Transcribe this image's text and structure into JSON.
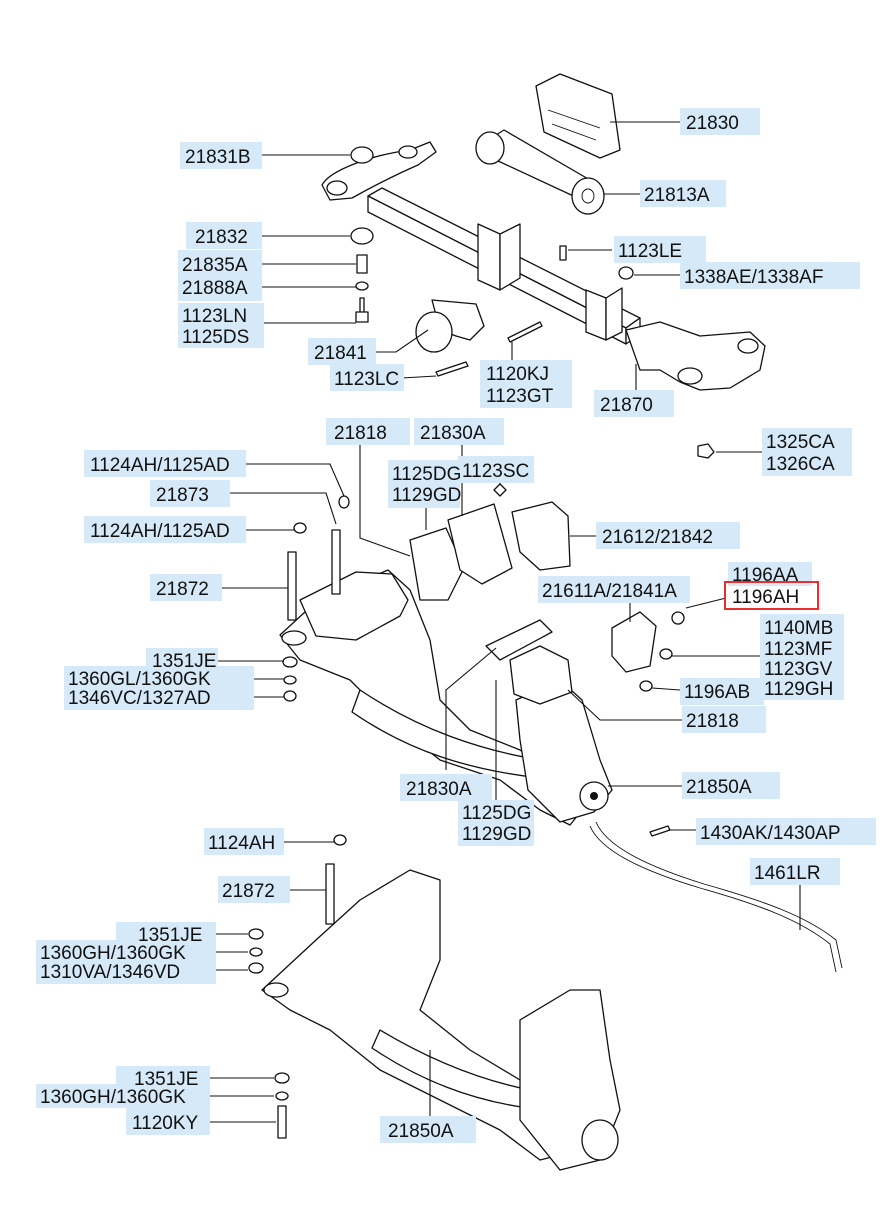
{
  "labels": {
    "p21830": "21830",
    "p21831B": "21831B",
    "p21813A": "21813A",
    "p21832": "21832",
    "p1123LE": "1123LE",
    "p21835A": "21835A",
    "p1338AE": "1338AE/1338AF",
    "p21888A": "21888A",
    "p1123LN": "1123LN",
    "p1125DS": "1125DS",
    "p21841": "21841",
    "p1123LC": "1123LC",
    "p1120KJ": "1120KJ",
    "p1123GT": "1123GT",
    "p21870": "21870",
    "p21818a": "21818",
    "p21830A_top": "21830A",
    "p1325CA": "1325CA",
    "p1326CA": "1326CA",
    "p1124AH_a": "1124AH/1125AD",
    "p1125DG_a": "1125DG",
    "p1129GD_a": "1129GD",
    "p1123SC": "1123SC",
    "p21873": "21873",
    "p1124AH_b": "1124AH/1125AD",
    "p21612": "21612/21842",
    "p1196AA": "1196AA",
    "p1196AH": "1196AH",
    "p21611A": "21611A/21841A",
    "p21872a": "21872",
    "p1140MB": "1140MB",
    "p1123MF": "1123MF",
    "p1123GV": "1123GV",
    "p1129GH": "1129GH",
    "p1351JE_a": "1351JE",
    "p1360GL": "1360GL/1360GK",
    "p1346VC": "1346VC/1327AD",
    "p1196AB": "1196AB",
    "p21818b": "21818",
    "p21830A_bot": "21830A",
    "p21850A_a": "21850A",
    "p1125DG_b": "1125DG",
    "p1129GD_b": "1129GD",
    "p1430AK": "1430AK/1430AP",
    "p1124AH_c": "1124AH",
    "p1461LR": "1461LR",
    "p21872b": "21872",
    "p1351JE_b": "1351JE",
    "p1360GH_a": "1360GH/1360GK",
    "p1310VA": "1310VA/1346VD",
    "p1351JE_c": "1351JE",
    "p1360GH_b": "1360GH/1360GK",
    "p1120KY": "1120KY",
    "p21850A_b": "21850A"
  },
  "highlight": {
    "label": "1196AH",
    "color": "#e8302f"
  },
  "colors": {
    "label_background": "#d6e9f8",
    "line": "#111111"
  }
}
